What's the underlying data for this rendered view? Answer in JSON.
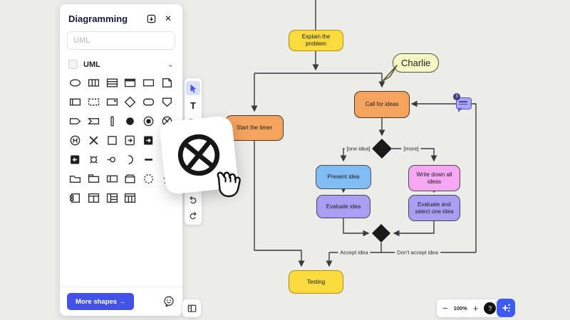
{
  "sidebar": {
    "title": "Diagramming",
    "search": {
      "placeholder": "UML"
    },
    "section": {
      "label": "UML"
    },
    "shape_rows": [
      [
        "ellipse",
        "vertical-partition",
        "horizontal-rows",
        "title-bar-rect",
        "rectangle",
        "note"
      ],
      [
        "tagged-rect",
        "dashed-rect",
        "object-rect",
        "diamond",
        "rounded-rect",
        "shield"
      ],
      [
        "signal",
        "receive-signal",
        "lifeline",
        "filled-circle",
        "ring-circle",
        "circle-cross"
      ],
      [
        "history-state",
        "cross",
        "square",
        "entry-point",
        "exit-point",
        "corner"
      ],
      [
        "exit-left",
        "provided-interface",
        "port",
        "required-interface",
        "bar",
        ""
      ],
      [
        "folder",
        "tabbed-folder",
        "split-rect",
        "package",
        "dashed-circle",
        "actor"
      ],
      [
        "component",
        "column-table",
        "list-table",
        "grid-table"
      ]
    ],
    "more_shapes_label": "More shapes →"
  },
  "icons": {
    "close": "✕",
    "chevron": "⌄",
    "text_tool": "T",
    "zoom_out": "−",
    "zoom_in": "+",
    "help": "?"
  },
  "controls": {
    "zoom_level": "100%"
  },
  "canvas": {
    "collaborator": "Charlie",
    "comment_count": "3",
    "nodes": {
      "explain": {
        "label": "Explain the problem",
        "fill": "#F9DA3F",
        "border": "#AE8E0C"
      },
      "start_timer": {
        "label": "Start the timer",
        "fill": "#F4A45F",
        "border": "#4A3823"
      },
      "call_ideas": {
        "label": "Call for ideas",
        "fill": "#F4A45F",
        "border": "#4A3823"
      },
      "present": {
        "label": "Present idea",
        "fill": "#82BCF4",
        "border": "#474E58"
      },
      "write_down": {
        "label": "Write down all ideas",
        "fill": "#F6A9F3",
        "border": "#544351"
      },
      "evaluate": {
        "label": "Evaluate idea",
        "fill": "#A89FF3",
        "border": "#47445C"
      },
      "evaluate_select": {
        "label": "Evaluate and select one idea",
        "fill": "#A89FF3",
        "border": "#47445C"
      },
      "testing": {
        "label": "Testing",
        "fill": "#F9DA3F",
        "border": "#AE8E0C"
      }
    },
    "edge_labels": {
      "one_idea": "[one idea]",
      "more": "[more]",
      "accept": "Accept idea",
      "reject": "Don't accept idea"
    }
  }
}
